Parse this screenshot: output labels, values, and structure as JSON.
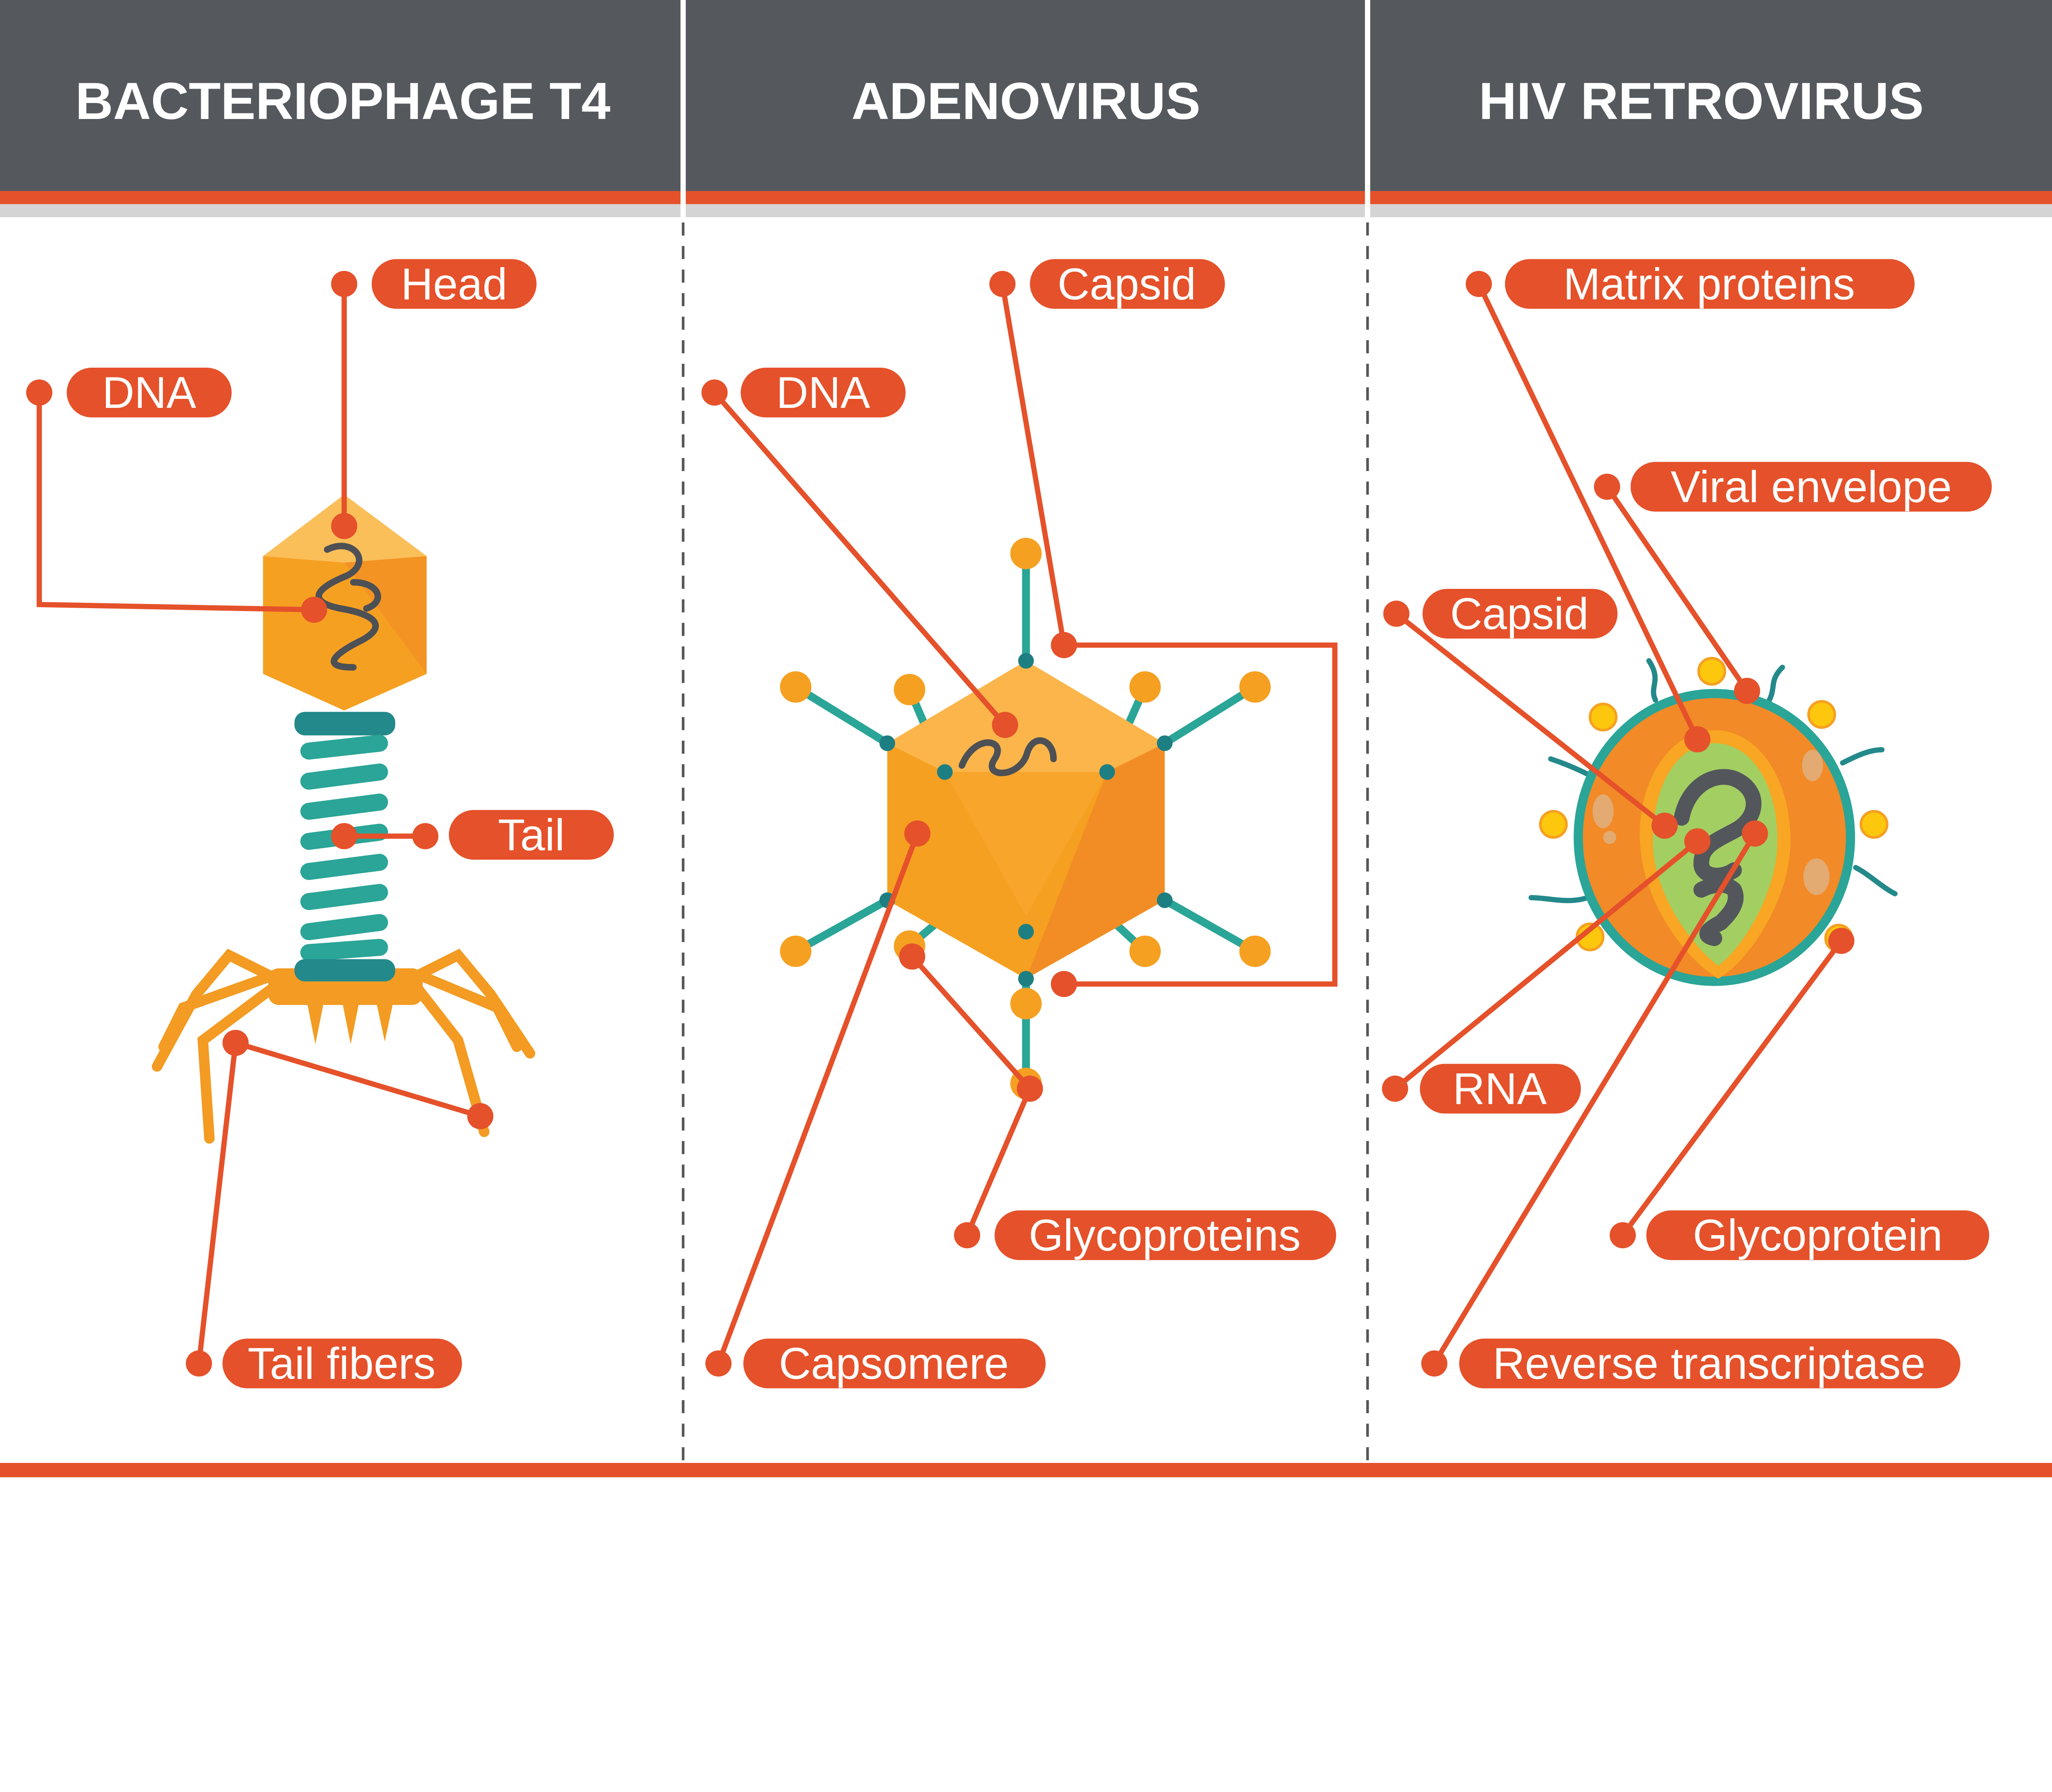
{
  "panels": [
    {
      "title": "BACTERIOPHAGE T4",
      "labels": {
        "head": "Head",
        "dna": "DNA",
        "tail": "Tail",
        "tail_fibers": "Tail fibers"
      }
    },
    {
      "title": "ADENOVIRUS",
      "labels": {
        "capsid": "Capsid",
        "dna": "DNA",
        "glycoproteins": "Glycoproteins",
        "capsomere": "Capsomere"
      }
    },
    {
      "title": "HIV RETROVIRUS",
      "labels": {
        "matrix_proteins": "Matrix proteins",
        "viral_envelope": "Viral envelope",
        "capsid": "Capsid",
        "rna": "RNA",
        "glycoprotein": "Glycoprotein",
        "reverse_transcriptase": "Reverse transcriptase"
      }
    }
  ],
  "colors": {
    "header_bg": "#55585d",
    "accent": "#e5512a",
    "capsid_orange": "#f39b22",
    "teal": "#2aa597",
    "green": "#a3ce62",
    "yellow": "#fcc70c"
  }
}
